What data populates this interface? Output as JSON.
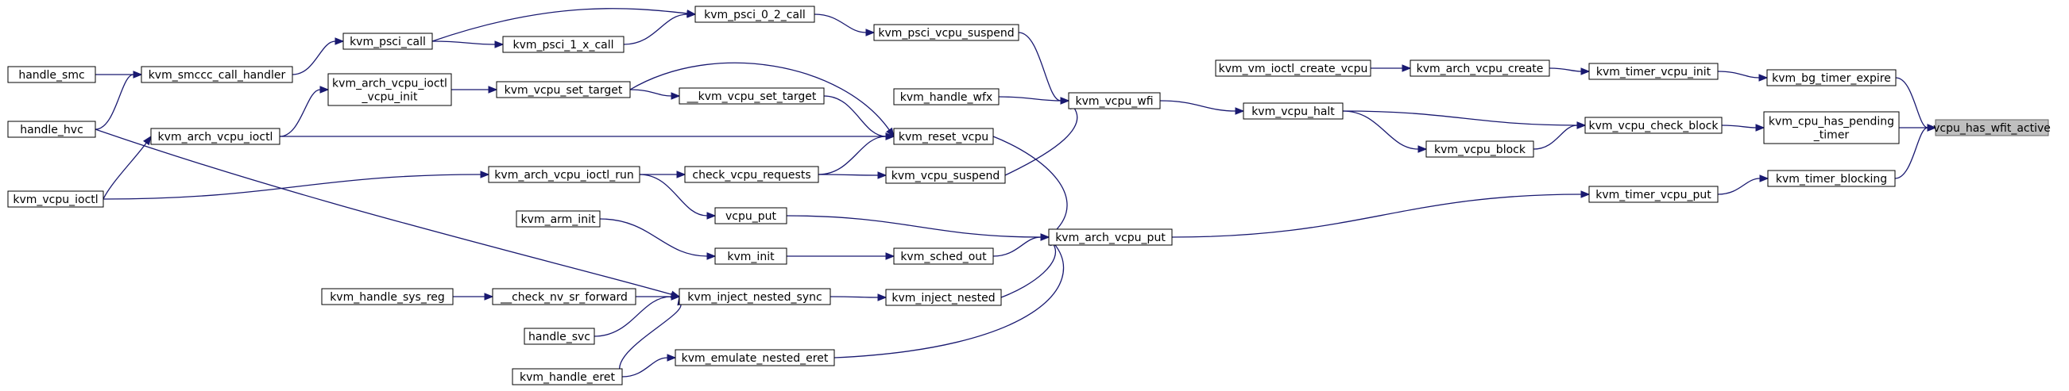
{
  "diagram": {
    "type": "call-graph",
    "colors": {
      "edge": "#191970",
      "node_border": "#000000",
      "root_fill": "#bfbfbf",
      "root_border": "#666666",
      "background": "#ffffff"
    },
    "root": "vcpu_has_wfit_active",
    "nodes": [
      {
        "id": "vcpu_has_wfit_active",
        "lines": [
          "vcpu_has_wfit_active"
        ]
      },
      {
        "id": "kvm_bg_timer_expire",
        "lines": [
          "kvm_bg_timer_expire"
        ]
      },
      {
        "id": "kvm_cpu_has_pending_timer",
        "lines": [
          "kvm_cpu_has_pending",
          "_timer"
        ]
      },
      {
        "id": "kvm_timer_blocking",
        "lines": [
          "kvm_timer_blocking"
        ]
      },
      {
        "id": "kvm_timer_vcpu_init",
        "lines": [
          "kvm_timer_vcpu_init"
        ]
      },
      {
        "id": "kvm_vcpu_check_block",
        "lines": [
          "kvm_vcpu_check_block"
        ]
      },
      {
        "id": "kvm_timer_vcpu_put",
        "lines": [
          "kvm_timer_vcpu_put"
        ]
      },
      {
        "id": "kvm_arch_vcpu_create",
        "lines": [
          "kvm_arch_vcpu_create"
        ]
      },
      {
        "id": "kvm_vm_ioctl_create_vcpu",
        "lines": [
          "kvm_vm_ioctl_create_vcpu"
        ]
      },
      {
        "id": "kvm_vcpu_halt",
        "lines": [
          "kvm_vcpu_halt"
        ]
      },
      {
        "id": "kvm_vcpu_block",
        "lines": [
          "kvm_vcpu_block"
        ]
      },
      {
        "id": "kvm_vcpu_wfi",
        "lines": [
          "kvm_vcpu_wfi"
        ]
      },
      {
        "id": "kvm_psci_vcpu_suspend",
        "lines": [
          "kvm_psci_vcpu_suspend"
        ]
      },
      {
        "id": "kvm_handle_wfx",
        "lines": [
          "kvm_handle_wfx"
        ]
      },
      {
        "id": "kvm_reset_vcpu",
        "lines": [
          "kvm_reset_vcpu"
        ]
      },
      {
        "id": "kvm_vcpu_suspend",
        "lines": [
          "kvm_vcpu_suspend"
        ]
      },
      {
        "id": "kvm_arch_vcpu_put",
        "lines": [
          "kvm_arch_vcpu_put"
        ]
      },
      {
        "id": "kvm_psci_0_2_call",
        "lines": [
          "kvm_psci_0_2_call"
        ]
      },
      {
        "id": "kvm_psci_1_x_call",
        "lines": [
          "kvm_psci_1_x_call"
        ]
      },
      {
        "id": "kvm_psci_call",
        "lines": [
          "kvm_psci_call"
        ]
      },
      {
        "id": "kvm_smccc_call_handler",
        "lines": [
          "kvm_smccc_call_handler"
        ]
      },
      {
        "id": "handle_smc",
        "lines": [
          "handle_smc"
        ]
      },
      {
        "id": "handle_hvc",
        "lines": [
          "handle_hvc"
        ]
      },
      {
        "id": "kvm_arch_vcpu_ioctl_vcpu_init",
        "lines": [
          "kvm_arch_vcpu_ioctl",
          "_vcpu_init"
        ]
      },
      {
        "id": "kvm_vcpu_set_target",
        "lines": [
          "kvm_vcpu_set_target"
        ]
      },
      {
        "id": "__kvm_vcpu_set_target",
        "lines": [
          "__kvm_vcpu_set_target"
        ]
      },
      {
        "id": "kvm_arch_vcpu_ioctl",
        "lines": [
          "kvm_arch_vcpu_ioctl"
        ]
      },
      {
        "id": "kvm_vcpu_ioctl",
        "lines": [
          "kvm_vcpu_ioctl"
        ]
      },
      {
        "id": "kvm_arch_vcpu_ioctl_run",
        "lines": [
          "kvm_arch_vcpu_ioctl_run"
        ]
      },
      {
        "id": "check_vcpu_requests",
        "lines": [
          "check_vcpu_requests"
        ]
      },
      {
        "id": "vcpu_put",
        "lines": [
          "vcpu_put"
        ]
      },
      {
        "id": "kvm_arm_init",
        "lines": [
          "kvm_arm_init"
        ]
      },
      {
        "id": "kvm_init",
        "lines": [
          "kvm_init"
        ]
      },
      {
        "id": "kvm_sched_out",
        "lines": [
          "kvm_sched_out"
        ]
      },
      {
        "id": "kvm_inject_nested",
        "lines": [
          "kvm_inject_nested"
        ]
      },
      {
        "id": "kvm_inject_nested_sync",
        "lines": [
          "kvm_inject_nested_sync"
        ]
      },
      {
        "id": "__check_nv_sr_forward",
        "lines": [
          "__check_nv_sr_forward"
        ]
      },
      {
        "id": "kvm_handle_sys_reg",
        "lines": [
          "kvm_handle_sys_reg"
        ]
      },
      {
        "id": "handle_svc",
        "lines": [
          "handle_svc"
        ]
      },
      {
        "id": "kvm_emulate_nested_eret",
        "lines": [
          "kvm_emulate_nested_eret"
        ]
      },
      {
        "id": "kvm_handle_eret",
        "lines": [
          "kvm_handle_eret"
        ]
      }
    ],
    "edges": [
      {
        "from": "kvm_bg_timer_expire",
        "to": "vcpu_has_wfit_active"
      },
      {
        "from": "kvm_cpu_has_pending_timer",
        "to": "vcpu_has_wfit_active"
      },
      {
        "from": "kvm_timer_blocking",
        "to": "vcpu_has_wfit_active"
      },
      {
        "from": "kvm_timer_vcpu_init",
        "to": "kvm_bg_timer_expire"
      },
      {
        "from": "kvm_vcpu_check_block",
        "to": "kvm_cpu_has_pending_timer"
      },
      {
        "from": "kvm_timer_vcpu_put",
        "to": "kvm_timer_blocking"
      },
      {
        "from": "kvm_arch_vcpu_create",
        "to": "kvm_timer_vcpu_init"
      },
      {
        "from": "kvm_vm_ioctl_create_vcpu",
        "to": "kvm_arch_vcpu_create"
      },
      {
        "from": "kvm_vcpu_halt",
        "to": "kvm_vcpu_check_block"
      },
      {
        "from": "kvm_vcpu_block",
        "to": "kvm_vcpu_check_block"
      },
      {
        "from": "kvm_vcpu_halt",
        "to": "kvm_vcpu_block"
      },
      {
        "from": "kvm_vcpu_wfi",
        "to": "kvm_vcpu_halt"
      },
      {
        "from": "kvm_psci_vcpu_suspend",
        "to": "kvm_vcpu_wfi"
      },
      {
        "from": "kvm_handle_wfx",
        "to": "kvm_vcpu_wfi"
      },
      {
        "from": "kvm_vcpu_suspend",
        "to": "kvm_vcpu_wfi"
      },
      {
        "from": "kvm_psci_0_2_call",
        "to": "kvm_psci_vcpu_suspend"
      },
      {
        "from": "kvm_psci_1_x_call",
        "to": "kvm_psci_0_2_call"
      },
      {
        "from": "kvm_psci_call",
        "to": "kvm_psci_0_2_call"
      },
      {
        "from": "kvm_psci_call",
        "to": "kvm_psci_1_x_call"
      },
      {
        "from": "kvm_smccc_call_handler",
        "to": "kvm_psci_call"
      },
      {
        "from": "handle_smc",
        "to": "kvm_smccc_call_handler"
      },
      {
        "from": "handle_hvc",
        "to": "kvm_smccc_call_handler"
      },
      {
        "from": "kvm_vcpu_set_target",
        "to": "kvm_reset_vcpu"
      },
      {
        "from": "__kvm_vcpu_set_target",
        "to": "kvm_reset_vcpu"
      },
      {
        "from": "kvm_arch_vcpu_ioctl",
        "to": "kvm_reset_vcpu"
      },
      {
        "from": "check_vcpu_requests",
        "to": "kvm_reset_vcpu"
      },
      {
        "from": "kvm_vcpu_set_target",
        "to": "__kvm_vcpu_set_target"
      },
      {
        "from": "kvm_arch_vcpu_ioctl_vcpu_init",
        "to": "kvm_vcpu_set_target"
      },
      {
        "from": "kvm_arch_vcpu_ioctl",
        "to": "kvm_arch_vcpu_ioctl_vcpu_init"
      },
      {
        "from": "kvm_vcpu_ioctl",
        "to": "kvm_arch_vcpu_ioctl"
      },
      {
        "from": "kvm_vcpu_ioctl",
        "to": "kvm_arch_vcpu_ioctl_run"
      },
      {
        "from": "kvm_arch_vcpu_ioctl_run",
        "to": "check_vcpu_requests"
      },
      {
        "from": "check_vcpu_requests",
        "to": "kvm_vcpu_suspend"
      },
      {
        "from": "kvm_reset_vcpu",
        "to": "kvm_arch_vcpu_put"
      },
      {
        "from": "vcpu_put",
        "to": "kvm_arch_vcpu_put"
      },
      {
        "from": "kvm_sched_out",
        "to": "kvm_arch_vcpu_put"
      },
      {
        "from": "kvm_inject_nested",
        "to": "kvm_arch_vcpu_put"
      },
      {
        "from": "kvm_emulate_nested_eret",
        "to": "kvm_arch_vcpu_put"
      },
      {
        "from": "kvm_arch_vcpu_put",
        "to": "kvm_timer_vcpu_put"
      },
      {
        "from": "kvm_arch_vcpu_ioctl_run",
        "to": "vcpu_put"
      },
      {
        "from": "kvm_arm_init",
        "to": "kvm_init"
      },
      {
        "from": "kvm_init",
        "to": "kvm_sched_out"
      },
      {
        "from": "kvm_inject_nested_sync",
        "to": "kvm_inject_nested"
      },
      {
        "from": "__check_nv_sr_forward",
        "to": "kvm_inject_nested_sync"
      },
      {
        "from": "kvm_handle_sys_reg",
        "to": "__check_nv_sr_forward"
      },
      {
        "from": "handle_svc",
        "to": "kvm_inject_nested_sync"
      },
      {
        "from": "kvm_handle_eret",
        "to": "kvm_inject_nested_sync"
      },
      {
        "from": "handle_hvc",
        "to": "kvm_inject_nested_sync"
      },
      {
        "from": "kvm_handle_eret",
        "to": "kvm_emulate_nested_eret"
      }
    ]
  }
}
